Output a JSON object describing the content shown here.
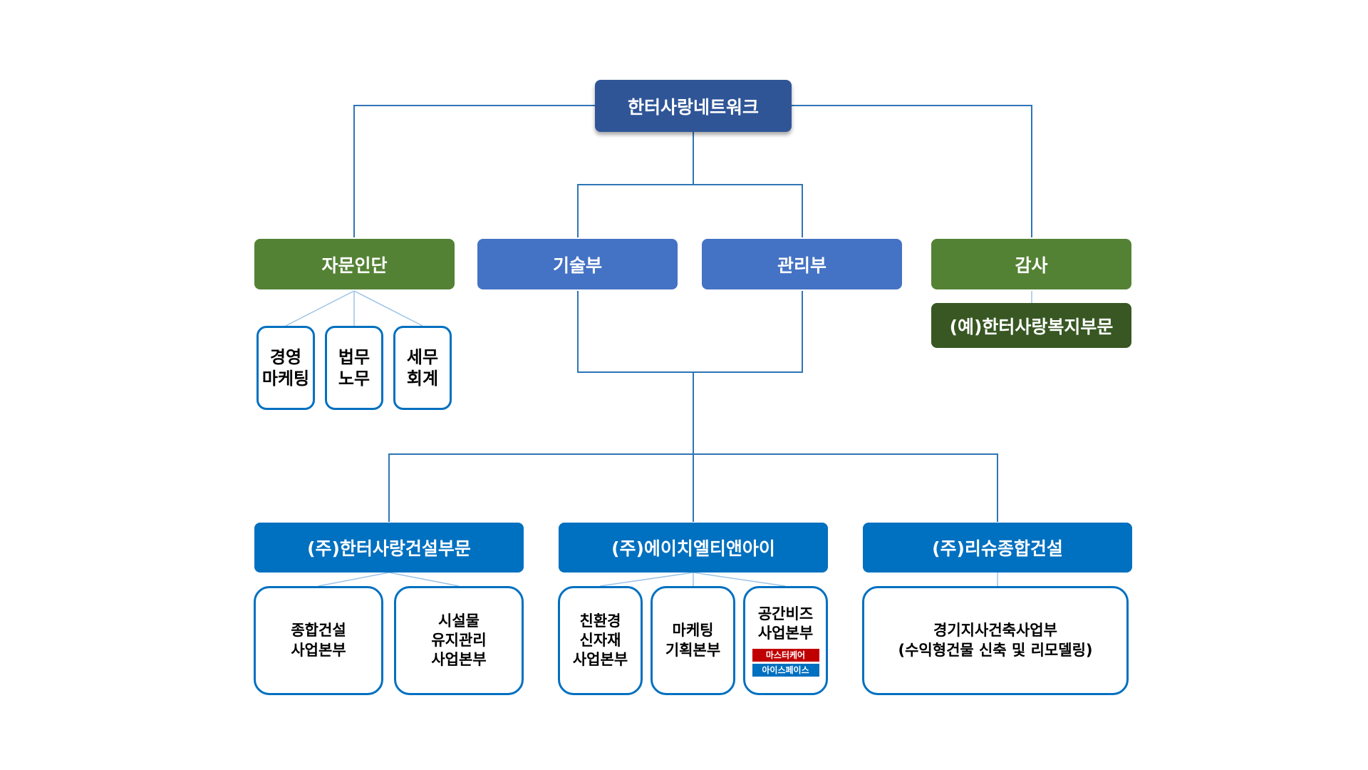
{
  "root": {
    "label": "한터사랑네트워크"
  },
  "level1": {
    "advisory": {
      "label": "자문인단"
    },
    "tech": {
      "label": "기술부"
    },
    "admin": {
      "label": "관리부"
    },
    "audit": {
      "label": "감사"
    },
    "welfare": {
      "label": "(예)한터사랑복지부문"
    }
  },
  "advisory_items": [
    {
      "lines": [
        "경영",
        "마케팅"
      ]
    },
    {
      "lines": [
        "법무",
        "노무"
      ]
    },
    {
      "lines": [
        "세무",
        "회계"
      ]
    }
  ],
  "companies": [
    {
      "label": "(주)한터사랑건설부문",
      "units": [
        {
          "lines": [
            "종합건설",
            "사업본부"
          ]
        },
        {
          "lines": [
            "시설물",
            "유지관리",
            "사업본부"
          ]
        }
      ]
    },
    {
      "label": "(주)에이치엘티앤아이",
      "units": [
        {
          "lines": [
            "친환경",
            "신자재",
            "사업본부"
          ]
        },
        {
          "lines": [
            "마케팅",
            "기획본부"
          ]
        },
        {
          "lines": [
            "공간비즈",
            "사업본부"
          ],
          "tags": [
            "마스터케어",
            "아이스페이스"
          ]
        }
      ]
    },
    {
      "label": "(주)리슈종합건설",
      "units": [
        {
          "lines": [
            "경기지사건축사업부",
            "(수익형건물 신축 및 리모델링)"
          ]
        }
      ]
    }
  ],
  "colors": {
    "root": "#2F5597",
    "green": "#548235",
    "dark_green": "#385723",
    "light_blue": "#4472C4",
    "blue": "#0070C0",
    "tag_red": "#C00000",
    "connector": "#2E75B6"
  }
}
